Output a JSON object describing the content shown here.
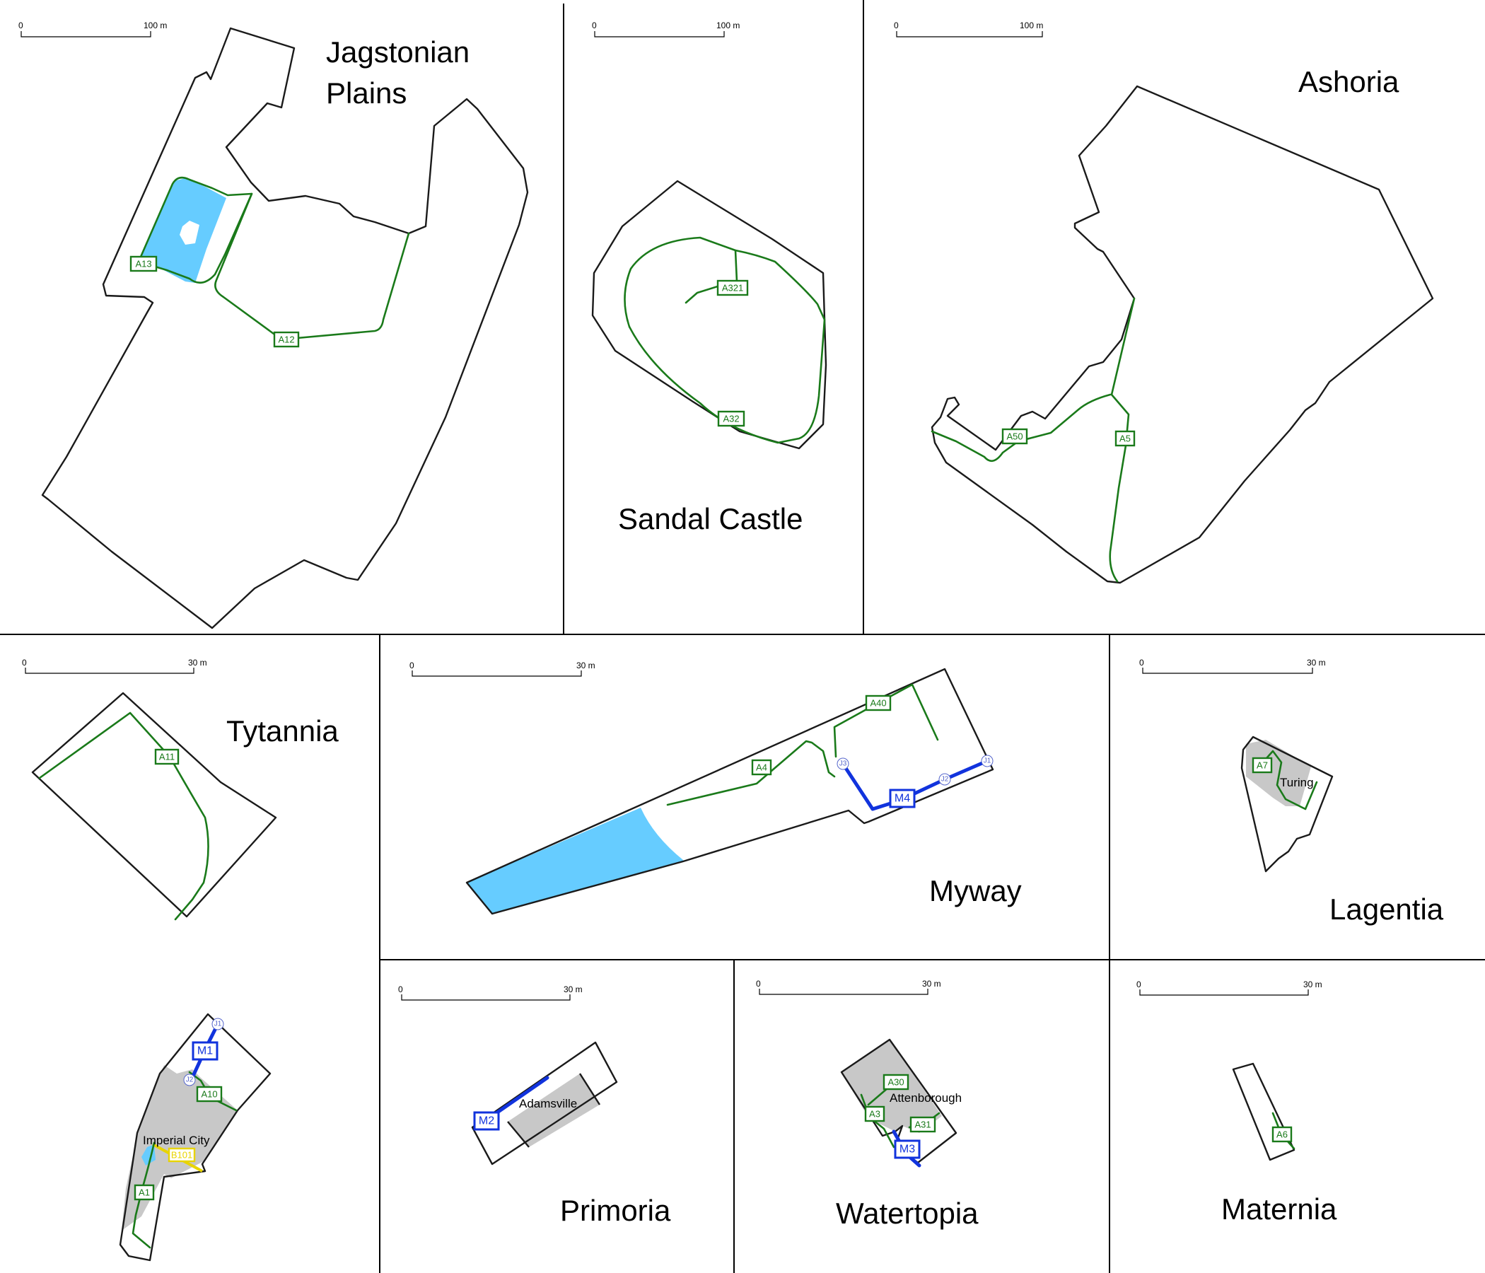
{
  "colors": {
    "a_road": "#1a7a1a",
    "m_road": "#1133dd",
    "b_road": "#e8d400",
    "water": "#66ccff",
    "city": "#c8c8c8",
    "junction": "#5566cc"
  },
  "map_data": {
    "regions": [
      {
        "key": "jagstonian",
        "name_lines": [
          "Jagstonian",
          "Plains"
        ],
        "scale_zero": "0",
        "scale_label": "100 m",
        "roads": [
          "A13",
          "A12"
        ],
        "cities": [],
        "junctions": []
      },
      {
        "key": "sandal",
        "name_lines": [
          "Sandal Castle"
        ],
        "scale_zero": "0",
        "scale_label": "100 m",
        "roads": [
          "A321",
          "A32"
        ],
        "cities": [],
        "junctions": []
      },
      {
        "key": "ashoria",
        "name_lines": [
          "Ashoria"
        ],
        "scale_zero": "0",
        "scale_label": "100 m",
        "roads": [
          "A50",
          "A5"
        ],
        "cities": [],
        "junctions": []
      },
      {
        "key": "tytannia",
        "name_lines": [
          "Tytannia"
        ],
        "scale_zero": "0",
        "scale_label": "30 m",
        "roads": [
          "A11",
          "M1",
          "A10",
          "B101",
          "A1"
        ],
        "cities": [
          "Imperial City"
        ],
        "junctions": [
          "J1",
          "J2"
        ]
      },
      {
        "key": "myway",
        "name_lines": [
          "Myway"
        ],
        "scale_zero": "0",
        "scale_label": "30 m",
        "roads": [
          "A40",
          "A4",
          "M4"
        ],
        "cities": [],
        "junctions": [
          "J1",
          "J2",
          "J3"
        ]
      },
      {
        "key": "lagentia",
        "name_lines": [
          "Lagentia"
        ],
        "scale_zero": "0",
        "scale_label": "30 m",
        "roads": [
          "A7"
        ],
        "cities": [
          "Turing"
        ],
        "junctions": []
      },
      {
        "key": "primoria",
        "name_lines": [
          "Primoria"
        ],
        "scale_zero": "0",
        "scale_label": "30 m",
        "roads": [
          "M2"
        ],
        "cities": [
          "Adamsville"
        ],
        "junctions": []
      },
      {
        "key": "watertopia",
        "name_lines": [
          "Watertopia"
        ],
        "scale_zero": "0",
        "scale_label": "30 m",
        "roads": [
          "A30",
          "A3",
          "A31",
          "M3"
        ],
        "cities": [
          "Attenborough"
        ],
        "junctions": []
      },
      {
        "key": "maternia",
        "name_lines": [
          "Maternia"
        ],
        "scale_zero": "0",
        "scale_label": "30 m",
        "roads": [
          "A6"
        ],
        "cities": [],
        "junctions": []
      }
    ]
  }
}
